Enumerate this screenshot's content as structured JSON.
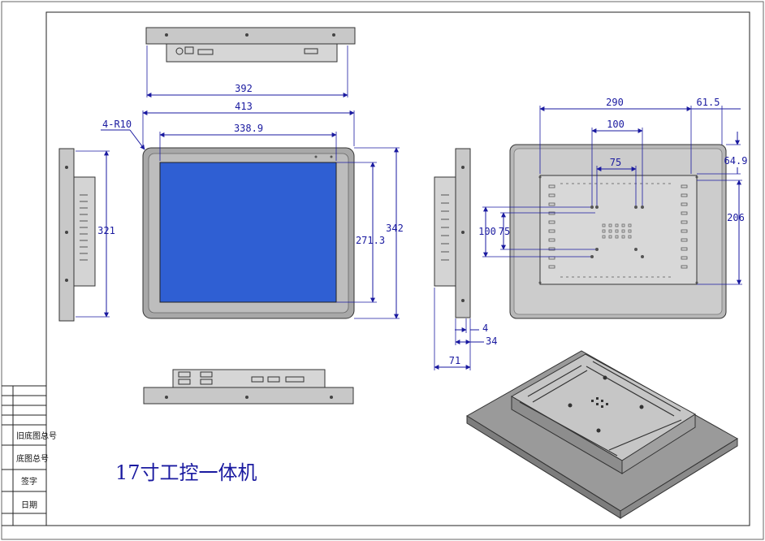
{
  "title": "17寸工控一体机",
  "title_block": {
    "rows": [
      "旧底图总号",
      "底图总号",
      "签字",
      "日期"
    ]
  },
  "front_view": {
    "corner_label": "4-R10",
    "width_overall": "413",
    "width_display": "338.9",
    "height_overall": "342",
    "height_display": "271.3"
  },
  "top_view": {
    "width": "392"
  },
  "left_side_view": {
    "height": "321"
  },
  "right_side_view": {
    "depth_total": "71",
    "depth_flange": "4",
    "depth_body": "34"
  },
  "rear_view": {
    "hole_spacing_h_outer": "290",
    "offset_right": "61.5",
    "offset_top": "64.9",
    "vesa_100": "100",
    "vesa_75": "75",
    "vesa_v100": "100",
    "vesa_v75": "75",
    "hole_spacing_v_outer": "206"
  },
  "colors": {
    "screen": "#2f5fd3",
    "bezel": "#a8a8a8",
    "panel": "#c8c8c8",
    "dimension": "#1a1aa0"
  }
}
